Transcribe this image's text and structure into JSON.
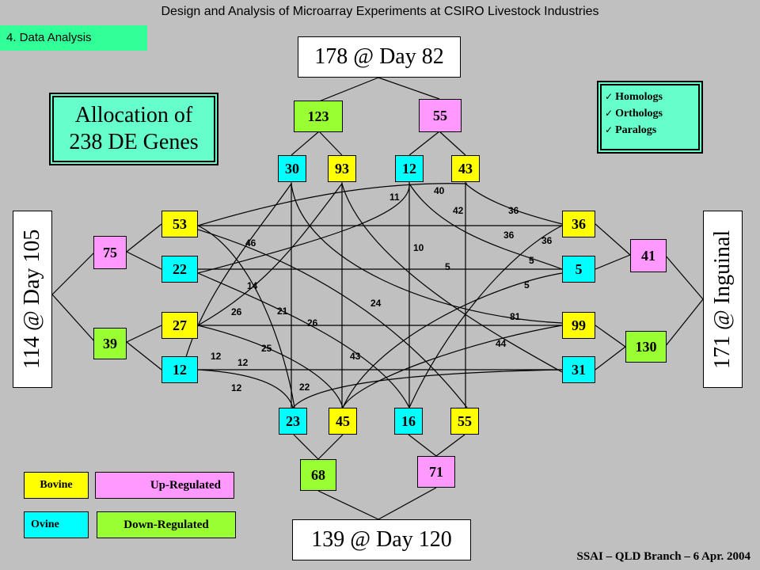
{
  "header": {
    "title": "Design and Analysis of Microarray Experiments at CSIRO Livestock Industries",
    "section": "4. Data Analysis"
  },
  "allocation": {
    "line1": "Allocation of",
    "line2": "238 DE Genes"
  },
  "homolog_list": [
    "Homologs",
    "Orthologs",
    "Paralogs"
  ],
  "nodes": {
    "top_total": "178 @ Day 82",
    "bottom_total": "139 @ Day 120",
    "left_total": "114 @ Day 105",
    "right_total": "171 @ Inguinal",
    "top_up": "123",
    "top_down": "55",
    "top_c1": "30",
    "top_c2": "93",
    "top_c3": "12",
    "top_c4": "43",
    "left_up": "75",
    "left_down": "39",
    "left_c1": "53",
    "left_c2": "22",
    "left_c3": "27",
    "left_c4": "12",
    "right_up": "41",
    "right_down": "130",
    "right_c1": "36",
    "right_c2": "5",
    "right_c3": "99",
    "right_c4": "31",
    "bottom_up": "71",
    "bottom_down": "68",
    "bottom_c1": "23",
    "bottom_c2": "45",
    "bottom_c3": "16",
    "bottom_c4": "55"
  },
  "edge_labels": [
    "11",
    "40",
    "42",
    "36",
    "36",
    "36",
    "46",
    "10",
    "5",
    "5",
    "5",
    "14",
    "24",
    "26",
    "21",
    "26",
    "81",
    "44",
    "12",
    "12",
    "25",
    "43",
    "12",
    "22"
  ],
  "legend": {
    "bovine": "Bovine",
    "ovine": "Ovine",
    "up": "Up-Regulated",
    "down": "Down-Regulated"
  },
  "colors": {
    "background": "#c0c0c0",
    "bovine": "#ffff00",
    "ovine": "#00ffff",
    "up_regulated": "#ff99ff",
    "down_regulated": "#99ff33",
    "annotation": "#66ffcc"
  },
  "footer": "SSAI – QLD Branch – 6 Apr. 2004"
}
